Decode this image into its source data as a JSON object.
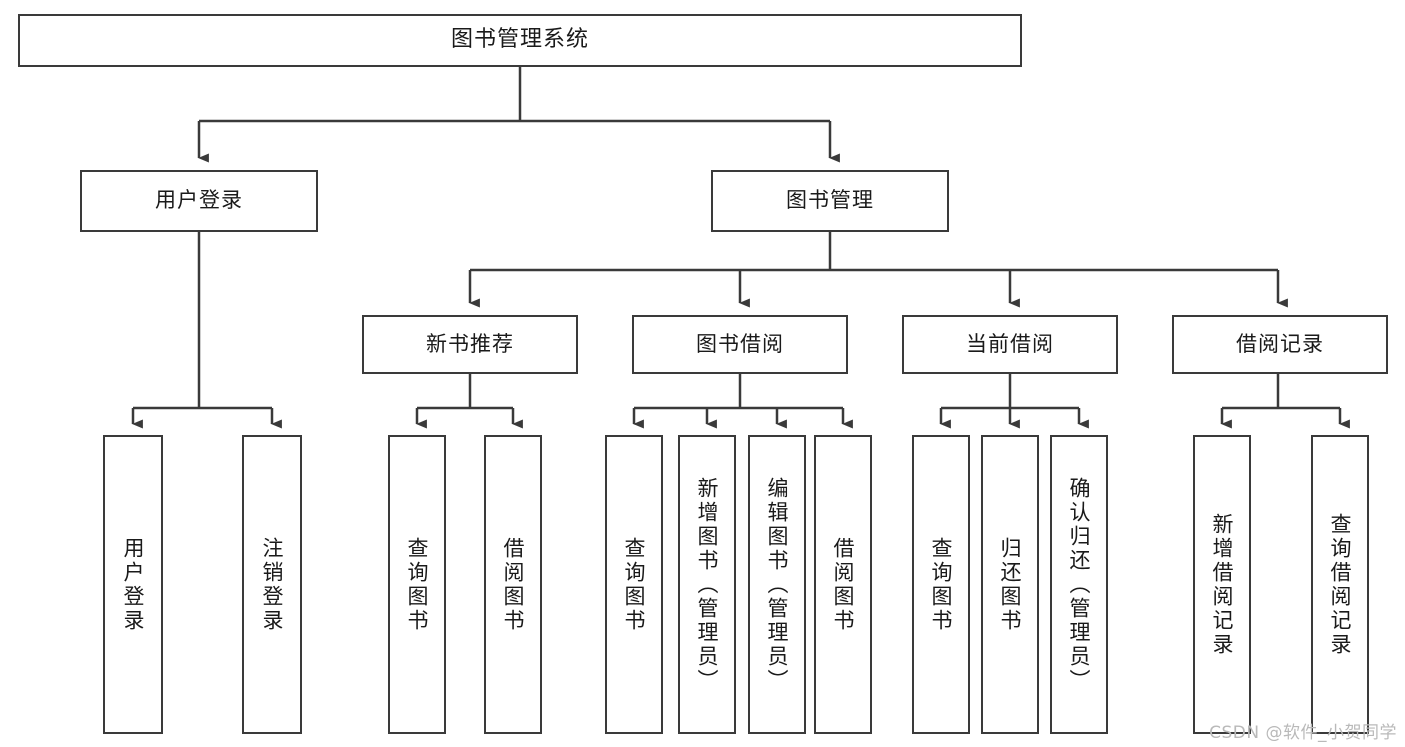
{
  "diagram": {
    "title": "图书管理系统",
    "type": "tree-hierarchy",
    "orientation": "top-down",
    "line_color": "#3a3a3a",
    "box_fill": "#ffffff",
    "text_color": "#1a1a1a"
  },
  "root": {
    "label": "图书管理系统"
  },
  "level2": [
    {
      "label": "用户登录"
    },
    {
      "label": "图书管理"
    }
  ],
  "level3": [
    {
      "label": "新书推荐"
    },
    {
      "label": "图书借阅"
    },
    {
      "label": "当前借阅"
    },
    {
      "label": "借阅记录"
    }
  ],
  "leaves": {
    "user_login": [
      {
        "label": "用户登录"
      },
      {
        "label": "注销登录"
      }
    ],
    "new_book": [
      {
        "label": "查询图书"
      },
      {
        "label": "借阅图书"
      }
    ],
    "book_borrow": [
      {
        "label": "查询图书"
      },
      {
        "label": "新增图书（管理员）"
      },
      {
        "label": "编辑图书（管理员）"
      },
      {
        "label": "借阅图书"
      }
    ],
    "current_borrow": [
      {
        "label": "查询图书"
      },
      {
        "label": "归还图书"
      },
      {
        "label": "确认归还（管理员）"
      }
    ],
    "borrow_record": [
      {
        "label": "新增借阅记录"
      },
      {
        "label": "查询借阅记录"
      }
    ]
  },
  "watermark": {
    "text": "CSDN @软件_小贺同学",
    "color": "#b9b9b9"
  },
  "chart_data": {
    "type": "table",
    "title": "图书管理系统 功能结构树",
    "nodes": [
      {
        "id": "root",
        "label": "图书管理系统",
        "level": 0,
        "parent": null
      },
      {
        "id": "n1",
        "label": "用户登录",
        "level": 1,
        "parent": "root"
      },
      {
        "id": "n2",
        "label": "图书管理",
        "level": 1,
        "parent": "root"
      },
      {
        "id": "n1a",
        "label": "用户登录",
        "level": 2,
        "parent": "n1"
      },
      {
        "id": "n1b",
        "label": "注销登录",
        "level": 2,
        "parent": "n1"
      },
      {
        "id": "n2a",
        "label": "新书推荐",
        "level": 2,
        "parent": "n2"
      },
      {
        "id": "n2b",
        "label": "图书借阅",
        "level": 2,
        "parent": "n2"
      },
      {
        "id": "n2c",
        "label": "当前借阅",
        "level": 2,
        "parent": "n2"
      },
      {
        "id": "n2d",
        "label": "借阅记录",
        "level": 2,
        "parent": "n2"
      },
      {
        "id": "n2a1",
        "label": "查询图书",
        "level": 3,
        "parent": "n2a"
      },
      {
        "id": "n2a2",
        "label": "借阅图书",
        "level": 3,
        "parent": "n2a"
      },
      {
        "id": "n2b1",
        "label": "查询图书",
        "level": 3,
        "parent": "n2b"
      },
      {
        "id": "n2b2",
        "label": "新增图书（管理员）",
        "level": 3,
        "parent": "n2b"
      },
      {
        "id": "n2b3",
        "label": "编辑图书（管理员）",
        "level": 3,
        "parent": "n2b"
      },
      {
        "id": "n2b4",
        "label": "借阅图书",
        "level": 3,
        "parent": "n2b"
      },
      {
        "id": "n2c1",
        "label": "查询图书",
        "level": 3,
        "parent": "n2c"
      },
      {
        "id": "n2c2",
        "label": "归还图书",
        "level": 3,
        "parent": "n2c"
      },
      {
        "id": "n2c3",
        "label": "确认归还（管理员）",
        "level": 3,
        "parent": "n2c"
      },
      {
        "id": "n2d1",
        "label": "新增借阅记录",
        "level": 3,
        "parent": "n2d"
      },
      {
        "id": "n2d2",
        "label": "查询借阅记录",
        "level": 3,
        "parent": "n2d"
      }
    ]
  }
}
